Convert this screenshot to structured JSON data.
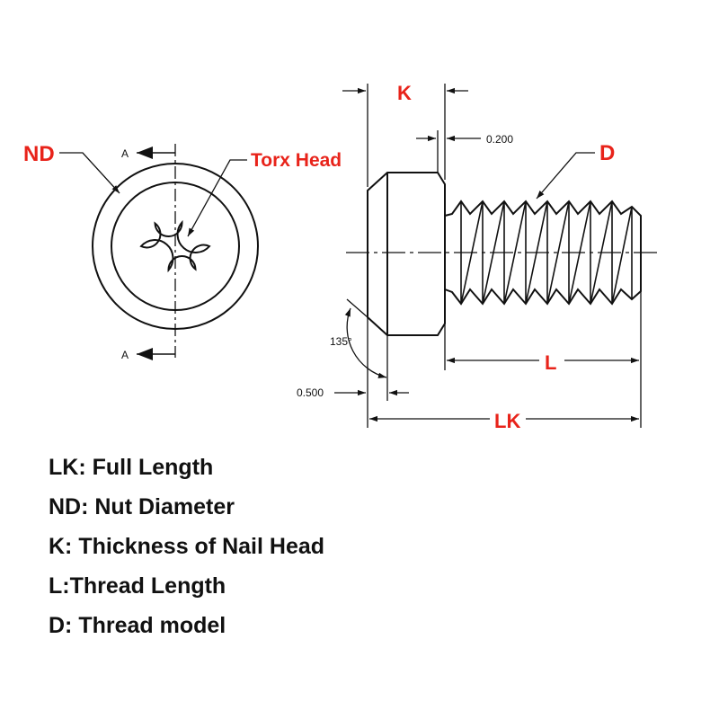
{
  "labels": {
    "nd": "ND",
    "torx_head": "Torx Head",
    "section_top": "A",
    "section_bottom": "A",
    "k": "K",
    "d": "D",
    "l": "L",
    "lk": "LK",
    "dim_0200": "0.200",
    "dim_0500": "0.500",
    "angle_135": "135°"
  },
  "colors": {
    "accent_red": "#e8231a",
    "line_black": "#111111",
    "background": "#ffffff"
  },
  "legend": [
    {
      "text": "LK: Full Length"
    },
    {
      "text": "ND: Nut Diameter"
    },
    {
      "text": "K: Thickness of Nail Head"
    },
    {
      "text": "L:Thread Length"
    },
    {
      "text": "D: Thread model"
    }
  ]
}
